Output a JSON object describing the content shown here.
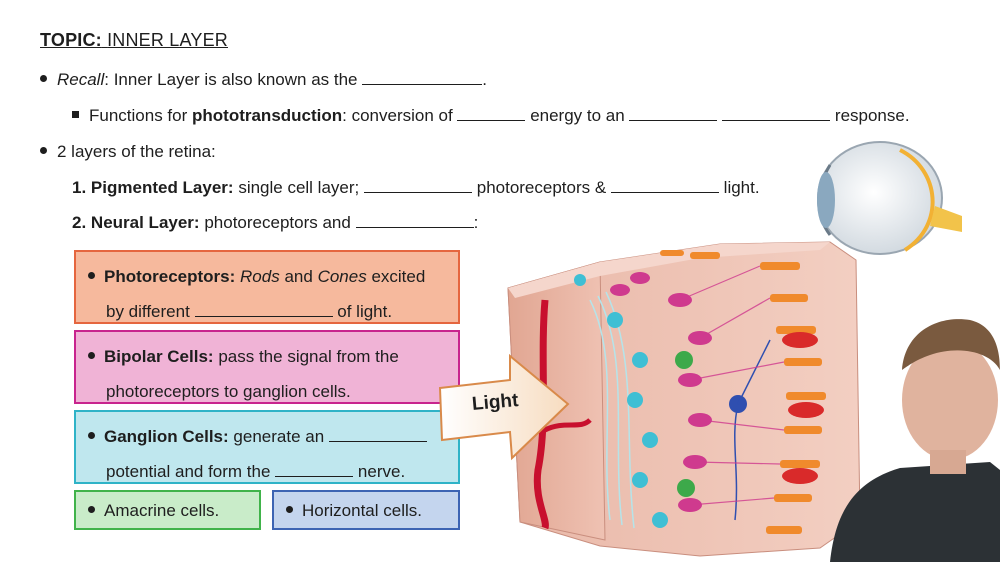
{
  "topic": {
    "label": "TOPIC:",
    "title": "INNER LAYER"
  },
  "recall": {
    "label": "Recall",
    "text": ": Inner Layer is also known as the",
    "end": "."
  },
  "functions": {
    "prefix": "Functions for",
    "bold": "phototransduction",
    "mid": ": conversion of",
    "mid2": "energy to an",
    "end": "response."
  },
  "layers": {
    "intro": "2 layers of the retina:",
    "pigmented": {
      "num": "1.",
      "bold": "Pigmented Layer:",
      "text1": "single cell layer;",
      "text2": "photoreceptors &",
      "text3": "light."
    },
    "neural": {
      "num": "2.",
      "bold": "Neural Layer:",
      "text1": "photoreceptors and",
      "end": ":"
    }
  },
  "boxes": {
    "photoreceptors": {
      "bold": "Photoreceptors:",
      "rods": "Rods",
      "and": "and",
      "cones": "Cones",
      "excited": "excited",
      "line2a": "by different",
      "line2b": "of light."
    },
    "bipolar": {
      "bold": "Bipolar Cells:",
      "text1": "pass the signal from the",
      "line2": "photoreceptors to ganglion cells."
    },
    "ganglion": {
      "bold": "Ganglion Cells:",
      "text1": "generate an",
      "line2a": "potential and form the",
      "line2b": "nerve."
    },
    "amacrine": "Amacrine cells.",
    "horizontal": "Horizontal cells."
  },
  "figure": {
    "light_label": "Light"
  },
  "colors": {
    "photo_fill": "#f6b99d",
    "photo_border": "#e5663f",
    "bipolar_fill": "#f0b3d6",
    "bipolar_border": "#c8248e",
    "ganglion_fill": "#bfe7ee",
    "ganglion_border": "#2fb3c7",
    "amacrine_fill": "#c9ecc9",
    "amacrine_border": "#40b34a",
    "horizontal_fill": "#c4d5ee",
    "horizontal_border": "#3d64b3"
  }
}
